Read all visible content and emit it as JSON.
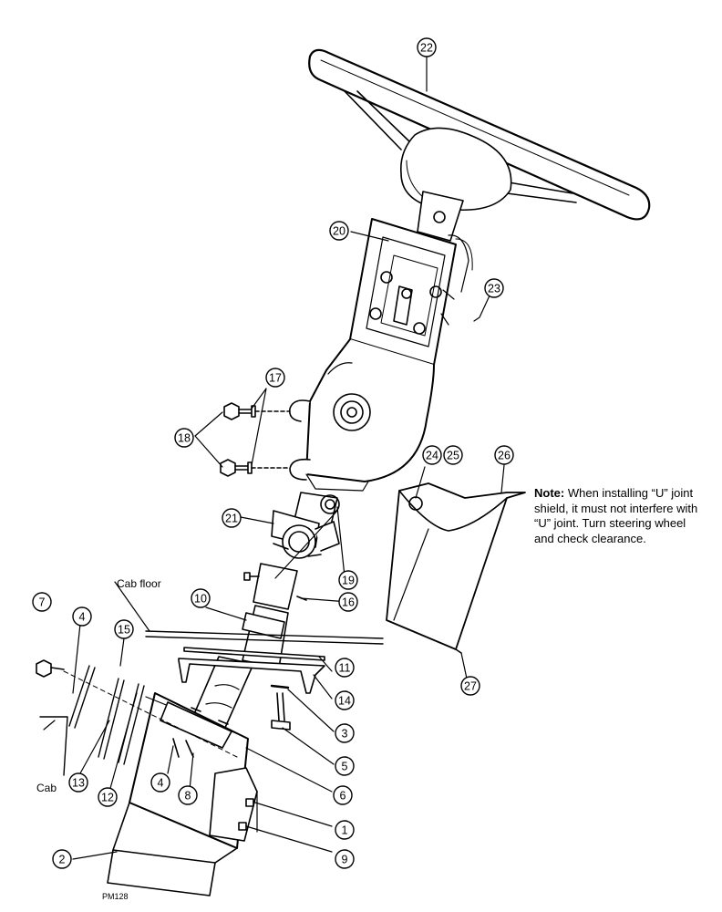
{
  "labels": {
    "cab_floor": "Cab floor",
    "cab": "Cab",
    "figure_code": "PM128"
  },
  "note": {
    "label": "Note:",
    "text": "When installing “U” joint shield, it must not interfere with “U” joint. Turn steering wheel and check clearance."
  },
  "callouts": [
    "22",
    "20",
    "23",
    "17",
    "18",
    "24",
    "25",
    "26",
    "21",
    "19",
    "16",
    "10",
    "7",
    "4",
    "15",
    "11",
    "14",
    "3",
    "5",
    "6",
    "13",
    "12",
    "4",
    "8",
    "1",
    "9",
    "2",
    "27"
  ]
}
